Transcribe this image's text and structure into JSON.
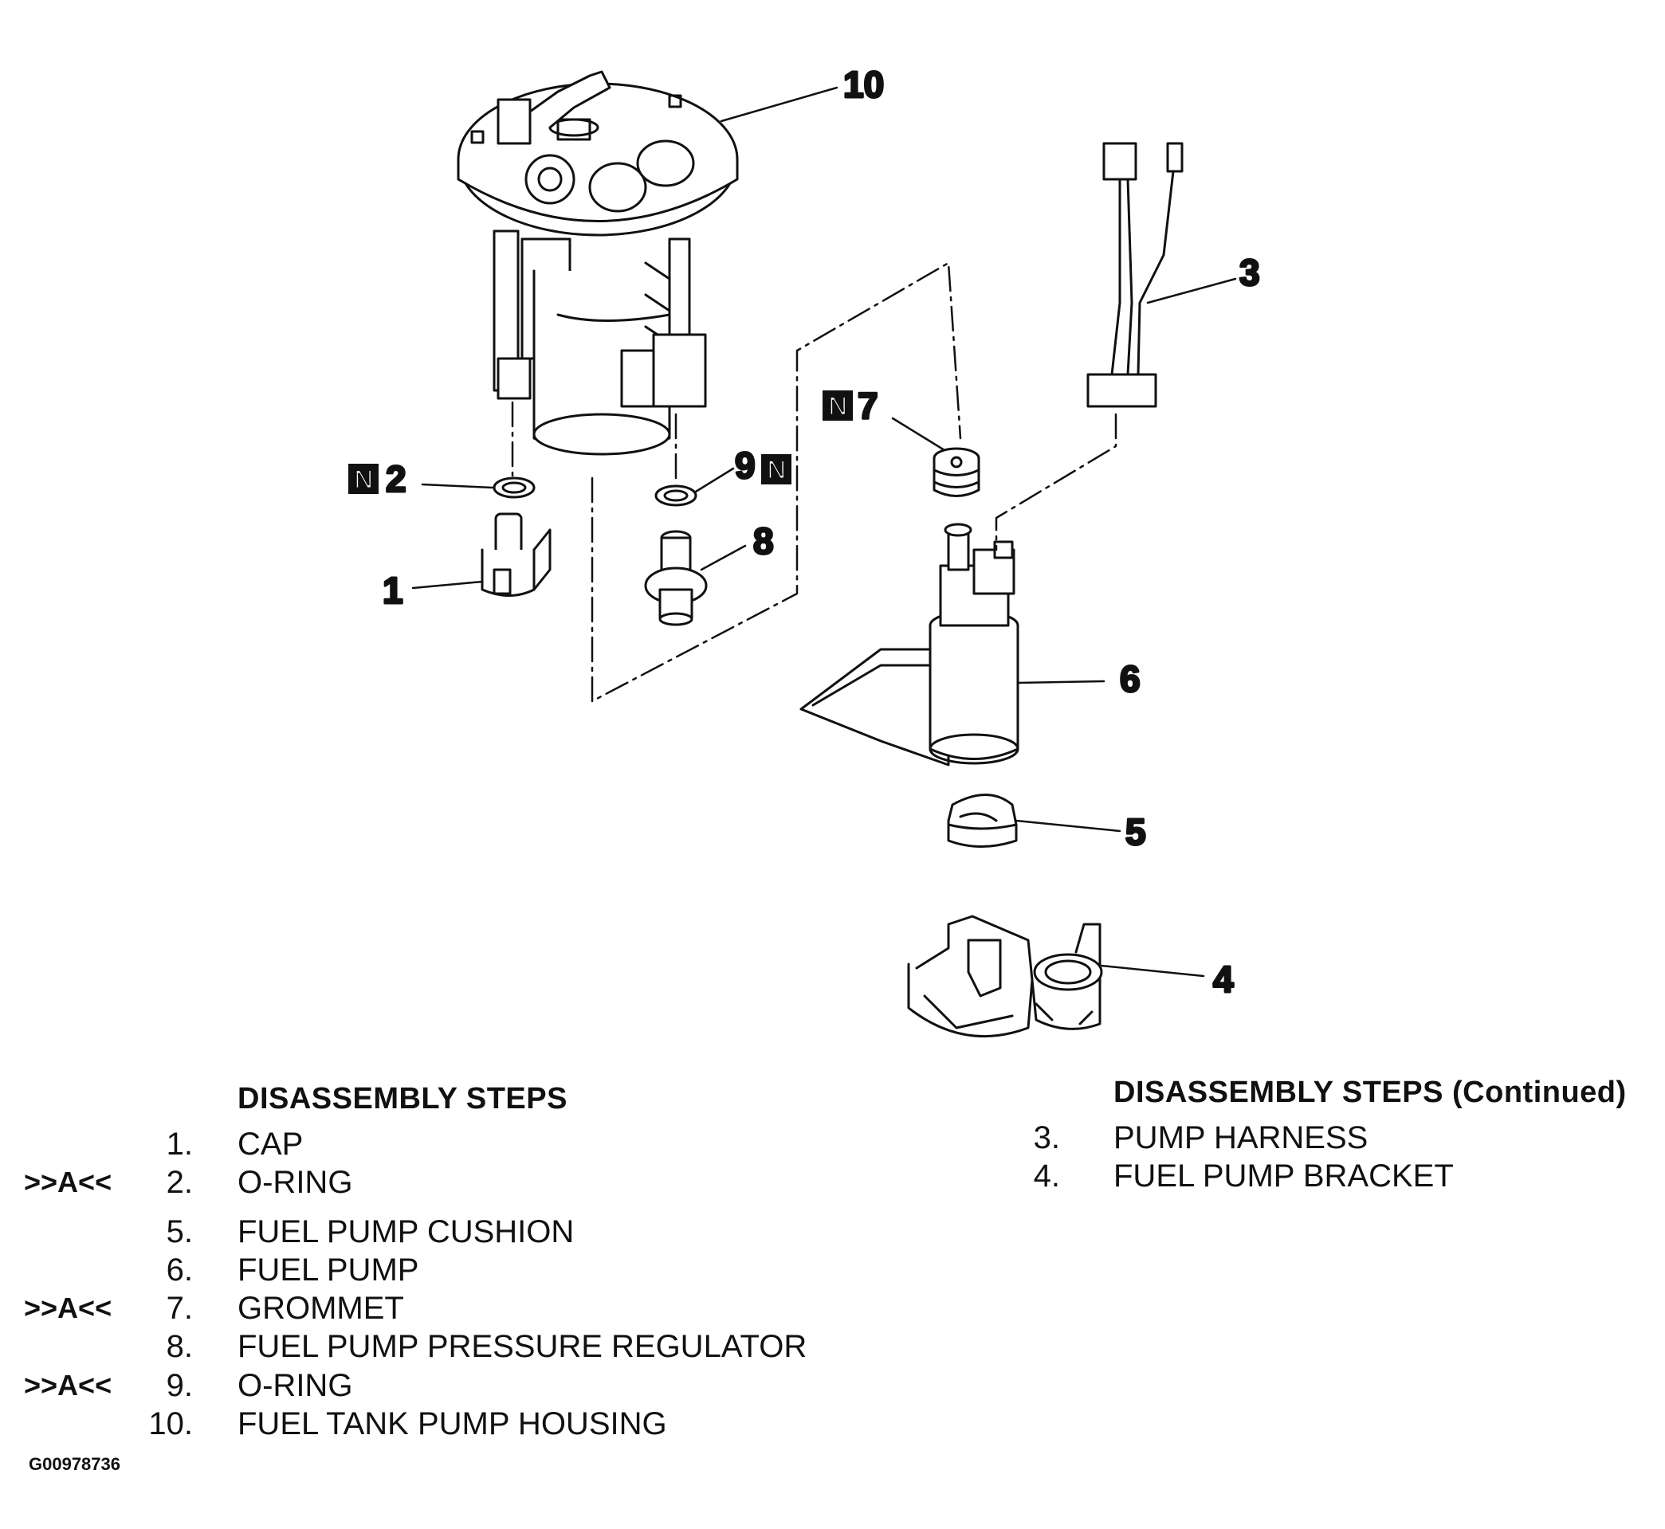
{
  "callouts": {
    "c1": "1",
    "c2": "2",
    "c3": "3",
    "c4": "4",
    "c5": "5",
    "c6": "6",
    "c7": "7",
    "c8": "8",
    "c9": "9",
    "c10": "10",
    "new_part_badge": "N"
  },
  "left_steps": {
    "heading": "DISASSEMBLY STEPS",
    "rows": [
      {
        "mark": "",
        "num": "1.",
        "label": "CAP"
      },
      {
        "mark": ">>A<<",
        "num": "2.",
        "label": "O-RING"
      },
      {
        "mark": "",
        "num": "5.",
        "label": "FUEL PUMP CUSHION"
      },
      {
        "mark": "",
        "num": "6.",
        "label": "FUEL PUMP"
      },
      {
        "mark": ">>A<<",
        "num": "7.",
        "label": "GROMMET"
      },
      {
        "mark": "",
        "num": "8.",
        "label": "FUEL PUMP PRESSURE REGULATOR"
      },
      {
        "mark": ">>A<<",
        "num": "9.",
        "label": "O-RING"
      },
      {
        "mark": "",
        "num": "10.",
        "label": "FUEL TANK PUMP HOUSING"
      }
    ]
  },
  "right_steps": {
    "heading": "DISASSEMBLY STEPS (Continued)",
    "rows": [
      {
        "num": "3.",
        "label": "PUMP HARNESS"
      },
      {
        "num": "4.",
        "label": "FUEL PUMP BRACKET"
      }
    ]
  },
  "figure_id": "G00978736"
}
